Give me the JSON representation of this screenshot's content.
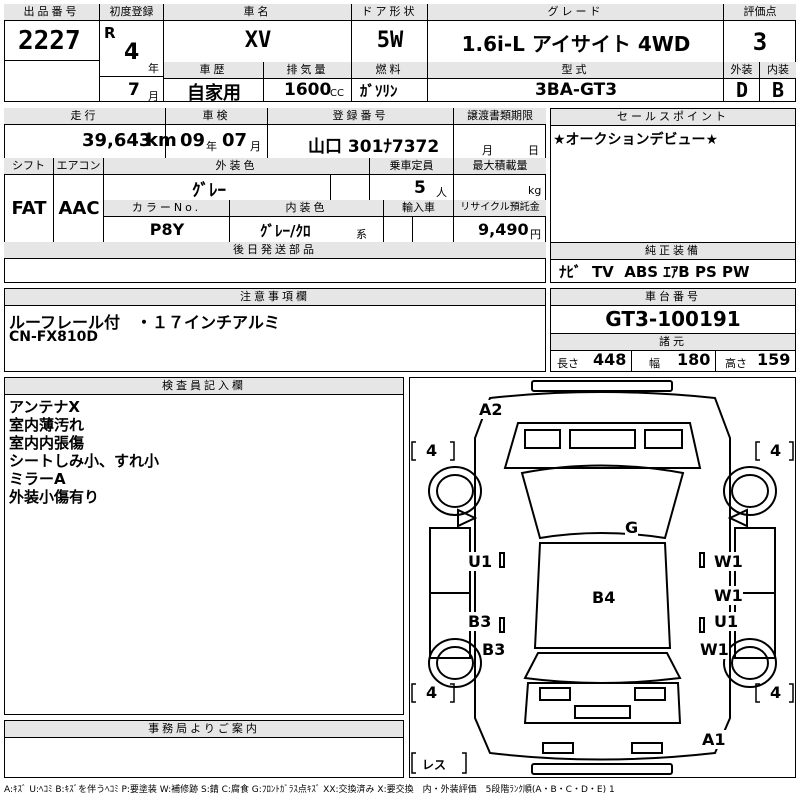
{
  "header": {
    "lot_label": "出品番号",
    "lot": "2227",
    "first_reg_label": "初度登録",
    "era": "R",
    "year": "4",
    "year_unit": "年",
    "month": "7",
    "month_unit": "月",
    "car_name_label": "車名",
    "car_name": "XV",
    "doors_label": "ドア形状",
    "doors": "5W",
    "grade_label": "グレード",
    "grade": "1.6i-L アイサイト 4WD",
    "score_label": "評価点",
    "score": "3",
    "history_label": "車歴",
    "history": "自家用",
    "displacement_label": "排気量",
    "displacement": "1600",
    "displacement_unit": "CC",
    "fuel_label": "燃料",
    "fuel": "ｶﾞｿﾘﾝ",
    "model_label": "型式",
    "model": "3BA-GT3",
    "exterior_label": "外装",
    "exterior": "D",
    "interior_label": "内装",
    "interior": "B"
  },
  "row2": {
    "mileage_label": "走行",
    "mileage": "39,643",
    "mileage_unit": "km",
    "inspection_label": "車検",
    "insp_year": "09",
    "insp_year_unit": "年",
    "insp_month": "07",
    "insp_month_unit": "月",
    "plate_label": "登録番号",
    "plate": "山口 301ﾅ7372",
    "transfer_label": "譲渡書類期限",
    "transfer_month": "月",
    "transfer_day": "日",
    "shift_label": "シフト",
    "shift": "FAT",
    "ac_label": "エアコン",
    "ac": "AAC",
    "color_label": "外装色",
    "color": "ｸﾞﾚｰ",
    "capacity_label": "乗車定員",
    "capacity": "5",
    "capacity_unit": "人",
    "load_label": "最大積載量",
    "load_unit": "kg",
    "color_no_label": "カラーNo.",
    "color_no": "P8Y",
    "int_color_label": "内装色",
    "int_color": "ｸﾞﾚｰ/ｸﾛ",
    "int_color_unit": "系",
    "import_label": "輸入車",
    "recycle_label": "リサイクル預託金",
    "recycle": "9,490",
    "recycle_unit": "円",
    "later_parts_label": "後日発送部品"
  },
  "sales": {
    "label": "セールスポイント",
    "text": "★オークションデビュー★",
    "equip_label": "純正装備",
    "equip": "ﾅﾋﾞ  TV  ABS ｴｱB PS PW"
  },
  "notes": {
    "label": "注意事項欄",
    "line1": "ルーフレール付　・１７インチアルミ",
    "line2": "CN-FX810D"
  },
  "chassis": {
    "label": "車台番号",
    "value": "GT3-100191",
    "dims_label": "諸元",
    "length_label": "長さ",
    "length": "448",
    "width_label": "幅",
    "width": "180",
    "height_label": "高さ",
    "height": "159"
  },
  "inspector": {
    "label": "検査員記入欄",
    "lines": [
      "アンテナX",
      "室内薄汚れ",
      "室内内張傷",
      "シートしみ小、すれ小",
      "ミラーA",
      "外装小傷有り"
    ]
  },
  "office": {
    "label": "事務局よりご案内"
  },
  "diagram": {
    "marks": [
      "A2",
      "G",
      "U1",
      "W1",
      "W1",
      "B4",
      "U1",
      "B3",
      "B3",
      "W1",
      "A1"
    ],
    "tires": [
      "4",
      "4",
      "4",
      "4"
    ],
    "rest": "レス"
  },
  "legend": "A:ｷｽﾞ U:ﾍｺﾐ B:ｷｽﾞを伴うﾍｺﾐ P:要塗装 W:補修跡 S:錆 C:腐食 G:ﾌﾛﾝﾄｶﾞﾗｽ点ｷｽﾞ XX:交換済み X:要交換　内・外装評価　5段階ﾗﾝｸ順(A・B・C・D・E) 1"
}
